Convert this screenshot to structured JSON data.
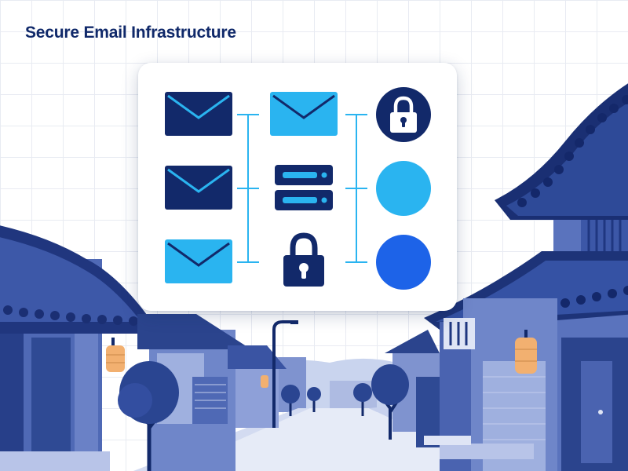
{
  "header": {
    "title": "Secure Email Infrastructure"
  },
  "colors": {
    "navy": "#12296a",
    "sky": "#2ab4f0",
    "blue": "#1d63e8",
    "slate": "#5a73b8",
    "lantern": "#f2b070"
  },
  "card": {
    "column_1": [
      "envelope-icon",
      "envelope-icon",
      "envelope-icon"
    ],
    "column_2": [
      "envelope-icon",
      "server-icon",
      "lock-icon"
    ],
    "column_3": [
      "lock-circle-icon",
      "sky-circle",
      "blue-circle"
    ]
  }
}
